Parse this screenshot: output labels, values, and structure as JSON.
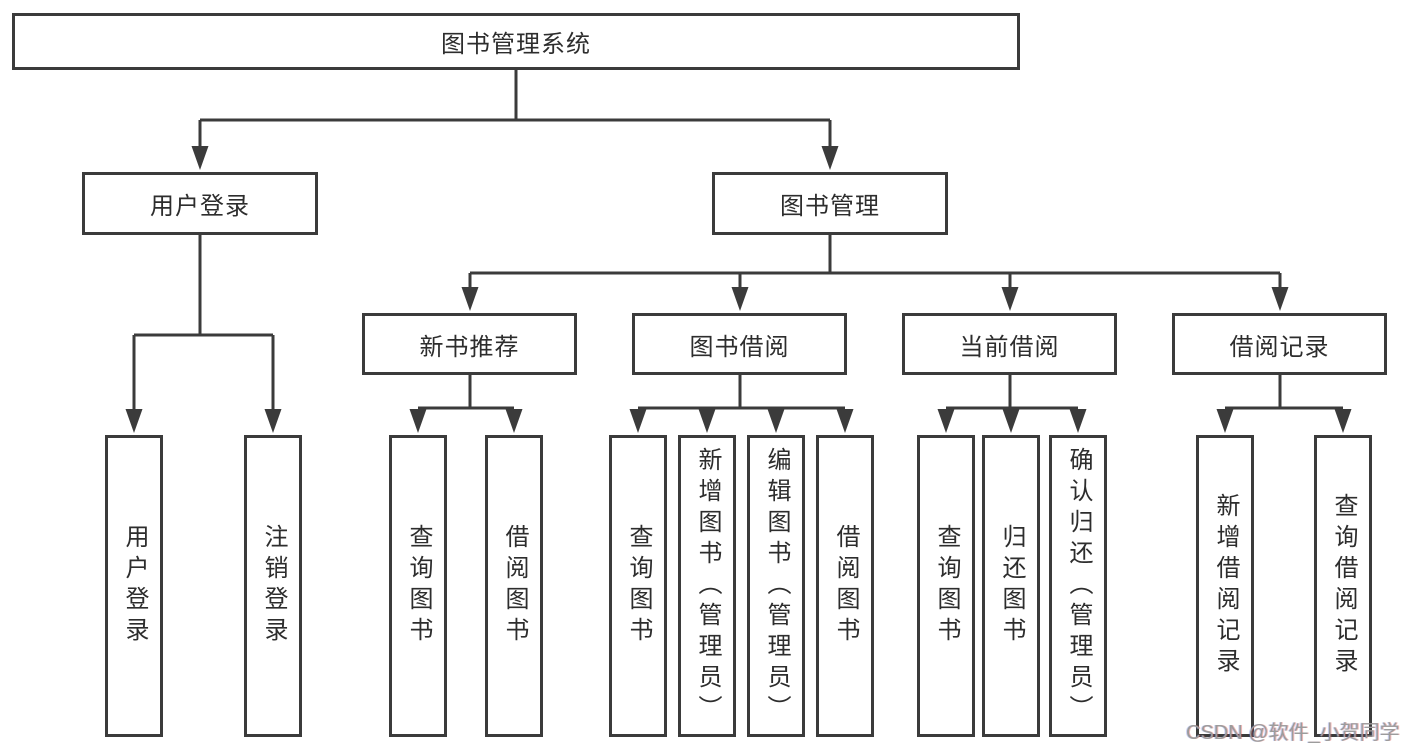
{
  "diagram": {
    "root_label": "图书管理系统",
    "branches": [
      {
        "label": "用户登录",
        "children": [
          "用户登录",
          "注销登录"
        ]
      },
      {
        "label": "图书管理",
        "children": [
          {
            "label": "新书推荐",
            "children": [
              "查询图书",
              "借阅图书"
            ]
          },
          {
            "label": "图书借阅",
            "children": [
              "查询图书",
              "新增图书（管理员）",
              "编辑图书（管理员）",
              "借阅图书"
            ]
          },
          {
            "label": "当前借阅",
            "children": [
              "查询图书",
              "归还图书",
              "确认归还（管理员）"
            ]
          },
          {
            "label": "借阅记录",
            "children": [
              "新增借阅记录",
              "查询借阅记录"
            ]
          }
        ]
      }
    ],
    "watermark": "CSDN @软件_小贺同学",
    "colors": {
      "line": "#3b3b3b",
      "text": "#2d2d2d",
      "watermark": "#9c9c9c",
      "background": "#ffffff"
    }
  }
}
